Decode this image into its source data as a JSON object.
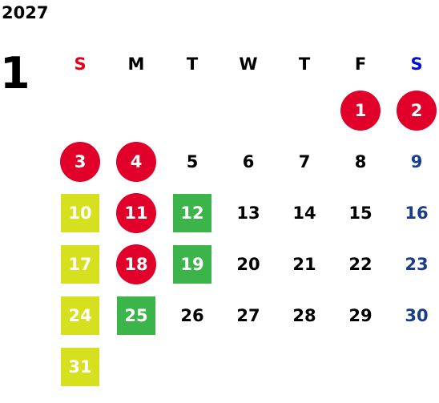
{
  "year": "2027",
  "month": "1",
  "colors": {
    "sunday": "#e8001a",
    "saturday_header": "#0010d0",
    "saturday_day": "#1a3c8c",
    "holiday_circle": "#e0002a",
    "yellow_box": "#d6e01e",
    "green_box": "#3bb44a",
    "text": "#000000",
    "on_mark": "#ffffff"
  },
  "weekdays": [
    {
      "label": "S",
      "color": "#e8001a"
    },
    {
      "label": "M",
      "color": "#000000"
    },
    {
      "label": "T",
      "color": "#000000"
    },
    {
      "label": "W",
      "color": "#000000"
    },
    {
      "label": "T",
      "color": "#000000"
    },
    {
      "label": "F",
      "color": "#000000"
    },
    {
      "label": "S",
      "color": "#0010d0"
    }
  ],
  "weeks": [
    [
      null,
      null,
      null,
      null,
      null,
      {
        "d": "1",
        "mark": "circle"
      },
      {
        "d": "2",
        "mark": "circle"
      }
    ],
    [
      {
        "d": "3",
        "mark": "circle"
      },
      {
        "d": "4",
        "mark": "circle"
      },
      {
        "d": "5"
      },
      {
        "d": "6"
      },
      {
        "d": "7"
      },
      {
        "d": "8"
      },
      {
        "d": "9",
        "sat": true
      }
    ],
    [
      {
        "d": "10",
        "mark": "yellow"
      },
      {
        "d": "11",
        "mark": "circle"
      },
      {
        "d": "12",
        "mark": "green"
      },
      {
        "d": "13"
      },
      {
        "d": "14"
      },
      {
        "d": "15"
      },
      {
        "d": "16",
        "sat": true
      }
    ],
    [
      {
        "d": "17",
        "mark": "yellow"
      },
      {
        "d": "18",
        "mark": "circle"
      },
      {
        "d": "19",
        "mark": "green"
      },
      {
        "d": "20"
      },
      {
        "d": "21"
      },
      {
        "d": "22"
      },
      {
        "d": "23",
        "sat": true
      }
    ],
    [
      {
        "d": "24",
        "mark": "yellow"
      },
      {
        "d": "25",
        "mark": "green"
      },
      {
        "d": "26"
      },
      {
        "d": "27"
      },
      {
        "d": "28"
      },
      {
        "d": "29"
      },
      {
        "d": "30",
        "sat": true
      }
    ],
    [
      {
        "d": "31",
        "mark": "yellow"
      },
      null,
      null,
      null,
      null,
      null,
      null
    ]
  ]
}
